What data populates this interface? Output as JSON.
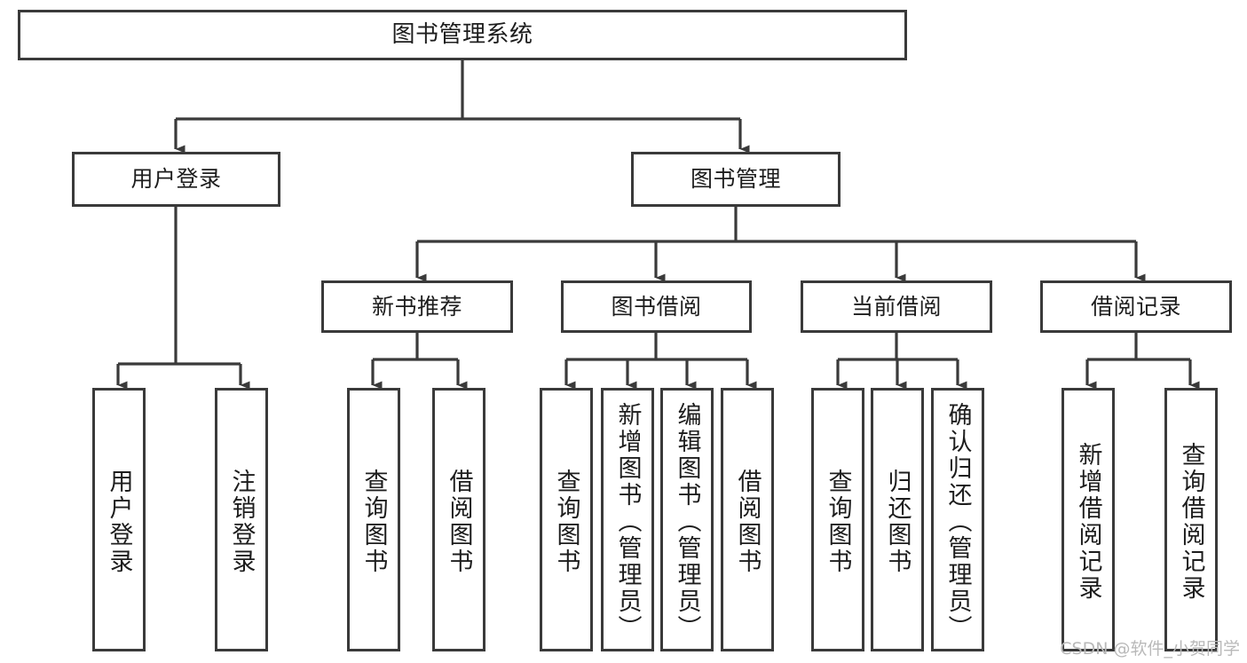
{
  "diagram": {
    "type": "tree-hierarchy",
    "title": "图书管理系统",
    "orientation": "top-down",
    "colors": {
      "node_border": "#3a3a3a",
      "node_fill": "#ffffff",
      "edge": "#3a3a3a",
      "text": "#1d1d1d",
      "watermark": "#b9b9b9",
      "background": "#ffffff"
    },
    "root": {
      "id": "root",
      "label": "图书管理系统"
    },
    "level1": [
      {
        "id": "user-login",
        "label": "用户登录"
      },
      {
        "id": "book-management",
        "label": "图书管理"
      }
    ],
    "level2": [
      {
        "id": "new-book-recommend",
        "label": "新书推荐",
        "parent": "book-management"
      },
      {
        "id": "book-borrow",
        "label": "图书借阅",
        "parent": "book-management"
      },
      {
        "id": "current-borrow",
        "label": "当前借阅",
        "parent": "book-management"
      },
      {
        "id": "borrow-record",
        "label": "借阅记录",
        "parent": "book-management"
      }
    ],
    "leaves": {
      "user-login": [
        {
          "id": "leaf-user-login",
          "label": "用户登录"
        },
        {
          "id": "leaf-user-logout",
          "label": "注销登录"
        }
      ],
      "new-book-recommend": [
        {
          "id": "leaf-query-book-1",
          "label": "查询图书"
        },
        {
          "id": "leaf-borrow-book-1",
          "label": "借阅图书"
        }
      ],
      "book-borrow": [
        {
          "id": "leaf-query-book-2",
          "label": "查询图书"
        },
        {
          "id": "leaf-add-book",
          "label": "新增图书（管理员）"
        },
        {
          "id": "leaf-edit-book",
          "label": "编辑图书（管理员）"
        },
        {
          "id": "leaf-borrow-book-2",
          "label": "借阅图书"
        }
      ],
      "current-borrow": [
        {
          "id": "leaf-query-book-3",
          "label": "查询图书"
        },
        {
          "id": "leaf-return-book",
          "label": "归还图书"
        },
        {
          "id": "leaf-confirm-return",
          "label": "确认归还（管理员）"
        }
      ],
      "borrow-record": [
        {
          "id": "leaf-add-record",
          "label": "新增借阅记录"
        },
        {
          "id": "leaf-query-record",
          "label": "查询借阅记录"
        }
      ]
    }
  },
  "watermark": {
    "text": "CSDN @软件_小贺同学"
  }
}
